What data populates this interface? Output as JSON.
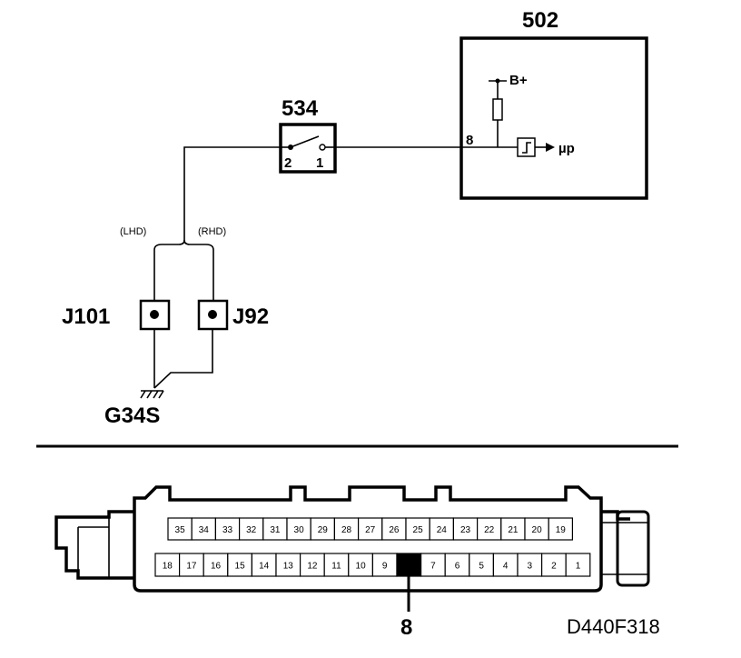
{
  "ecu": {
    "label": "502",
    "supply": "B+",
    "pin": "8",
    "output": "µp"
  },
  "switch": {
    "label": "534",
    "pin_left": "2",
    "pin_right": "1"
  },
  "variants": {
    "lhd": "(LHD)",
    "rhd": "(RHD)"
  },
  "junction_lhd": "J101",
  "junction_rhd": "J92",
  "ground": "G34S",
  "connector": {
    "top_row": [
      "35",
      "34",
      "33",
      "32",
      "31",
      "30",
      "29",
      "28",
      "27",
      "26",
      "25",
      "24",
      "23",
      "22",
      "21",
      "20",
      "19"
    ],
    "bottom_row": [
      "18",
      "17",
      "16",
      "15",
      "14",
      "13",
      "12",
      "11",
      "10",
      "9",
      "",
      "7",
      "6",
      "5",
      "4",
      "3",
      "2",
      "1"
    ],
    "highlighted_pin": "8"
  },
  "figure_code": "D440F318"
}
